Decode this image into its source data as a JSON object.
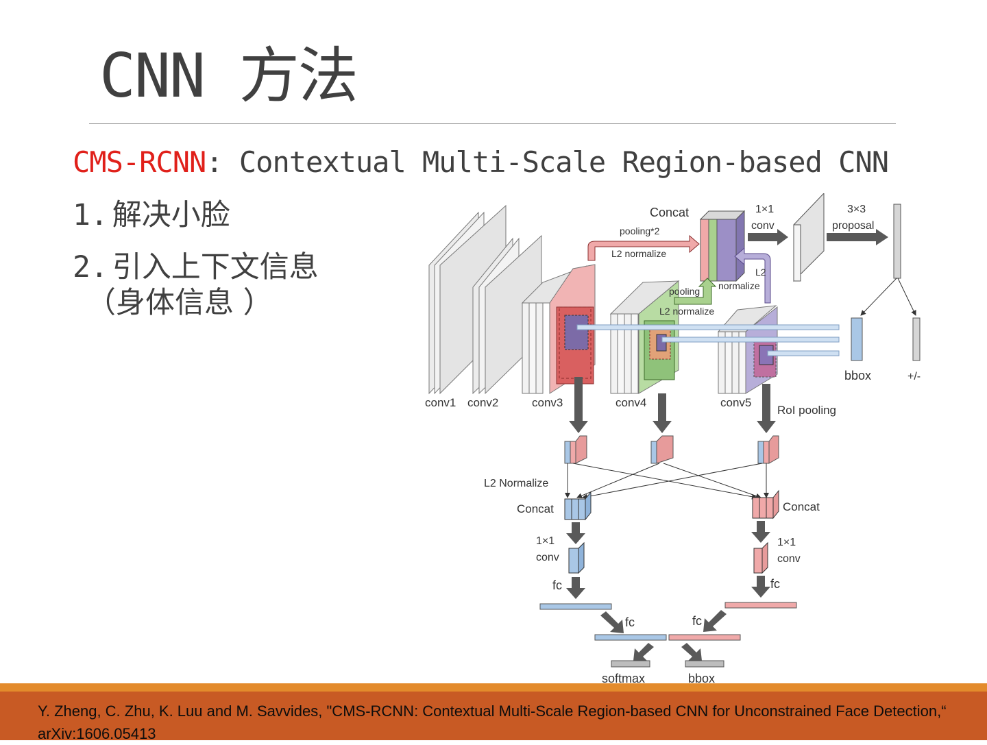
{
  "slide": {
    "title": "CNN 方法",
    "subtitle_highlight": "CMS-RCNN",
    "subtitle_rest": ": Contextual Multi-Scale Region-based CNN",
    "points": [
      {
        "number": "1.",
        "text": "解决小脸"
      },
      {
        "number": "2.",
        "text": "引入上下文信息",
        "continuation": "（身体信息 ）"
      }
    ],
    "citation": "Y. Zheng, C. Zhu, K. Luu and M. Savvides, \"CMS-RCNN: Contextual Multi-Scale Region-based CNN for Unconstrained Face Detection,“ arXiv:1606.05413"
  },
  "diagram": {
    "conv_labels": [
      "conv1",
      "conv2",
      "conv3",
      "conv4",
      "conv5"
    ],
    "concat_top": "Concat",
    "pooling2": "pooling*2",
    "l2_normalize": "L2 normalize",
    "conv1x1_top": [
      "1×1",
      "conv"
    ],
    "proposal": [
      "3×3",
      "proposal"
    ],
    "l2_right": [
      "L2",
      "normalize"
    ],
    "pooling": "pooling",
    "l2_normalize_mid": "L2 normalize",
    "bbox_right": "bbox",
    "plusminus": "+/-",
    "roi_pooling": "RoI pooling",
    "l2_normalize_bottom": "L2 Normalize",
    "concat_left": "Concat",
    "concat_right": "Concat",
    "conv1x1_left": [
      "1×1",
      "conv"
    ],
    "conv1x1_right": [
      "1×1",
      "conv"
    ],
    "fc_left": "fc",
    "fc_right": "fc",
    "fc_center_left": "fc",
    "fc_center_right": "fc",
    "softmax": "softmax",
    "bbox_bottom": "bbox",
    "colors": {
      "blue": "#a9c7e6",
      "red": "#e79b9b",
      "green": "#a9d18e",
      "purple": "#9c8fc6",
      "gray": "#d6d6d6",
      "arrow": "#595959"
    }
  }
}
